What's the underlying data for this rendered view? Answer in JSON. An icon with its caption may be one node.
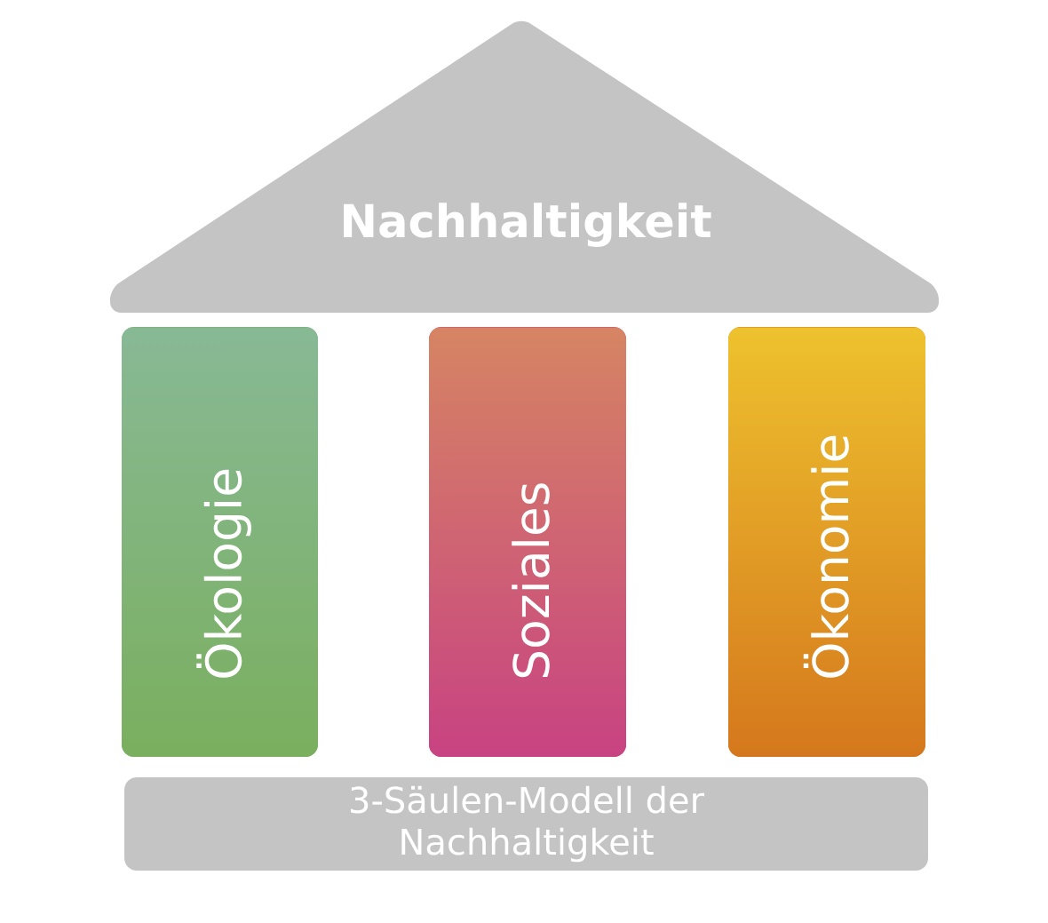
{
  "diagram": {
    "nodes": [
      {
        "text": [
          "Nachhaltigkeit"
        ]
      },
      {
        "text": [
          "Ökologie"
        ]
      },
      {
        "text": [
          "Soziales"
        ]
      },
      {
        "text": [
          "Ökonomie"
        ]
      },
      {
        "text": [
          "3-Säulen-Modell der Nachhaltigkeit"
        ]
      }
    ]
  }
}
